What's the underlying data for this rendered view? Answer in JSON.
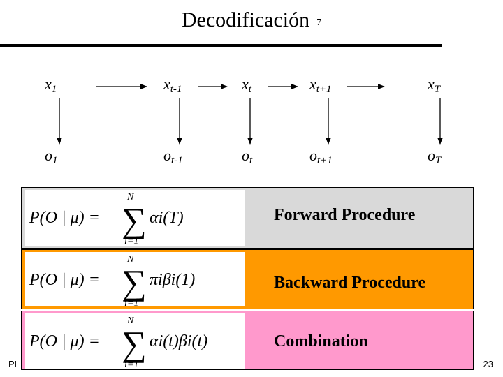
{
  "slide": {
    "title": "Decodificación",
    "title_number": "7",
    "footer_left": "PL",
    "page_number": "23"
  },
  "hmm": {
    "states": [
      {
        "base": "x",
        "sub": "1"
      },
      {
        "base": "x",
        "sub": "t-1"
      },
      {
        "base": "x",
        "sub": "t"
      },
      {
        "base": "x",
        "sub": "t+1"
      },
      {
        "base": "x",
        "sub": "T"
      }
    ],
    "observations": [
      {
        "base": "o",
        "sub": "1"
      },
      {
        "base": "o",
        "sub": "t-1"
      },
      {
        "base": "o",
        "sub": "t"
      },
      {
        "base": "o",
        "sub": "t+1"
      },
      {
        "base": "o",
        "sub": "T"
      }
    ]
  },
  "procedures": [
    {
      "label": "Forward Procedure",
      "formula": {
        "lhs": "P(O | μ) =",
        "sum_top": "N",
        "sum_bottom": "i=1",
        "sum": "∑",
        "term": "αi(T)"
      }
    },
    {
      "label": "Backward Procedure",
      "formula": {
        "lhs": "P(O | μ) =",
        "sum_top": "N",
        "sum_bottom": "i=1",
        "sum": "∑",
        "term": "πiβi(1)"
      }
    },
    {
      "label": "Combination",
      "formula": {
        "lhs": "P(O | μ) =",
        "sum_top": "N",
        "sum_bottom": "i=1",
        "sum": "∑",
        "term": "αi(t)βi(t)"
      }
    }
  ],
  "colors": {
    "forward_band": "#d9d9d9",
    "backward_band": "#ff9900",
    "combination_band": "#ff99cc"
  }
}
